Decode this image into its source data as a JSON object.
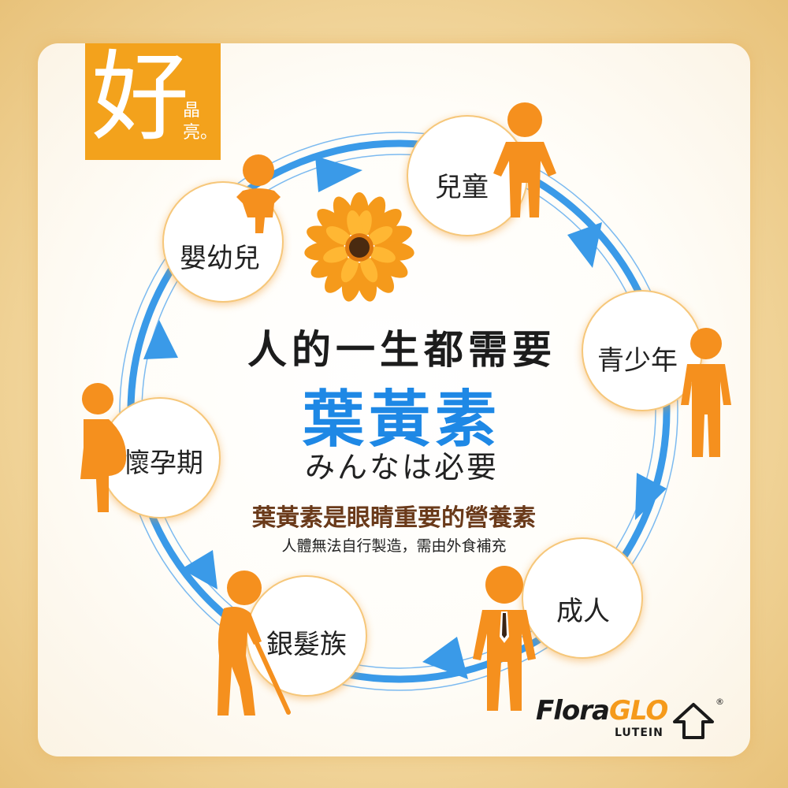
{
  "brand": {
    "main": "好",
    "sub": "晶亮。"
  },
  "stages": {
    "infant": "嬰幼兒",
    "child": "兒童",
    "teen": "青少年",
    "adult": "成人",
    "elder": "銀髮族",
    "pregnancy": "懷孕期"
  },
  "headline": "人的一生都需要",
  "keyword": "葉黃素",
  "japanese": "みんなは必要",
  "subtitle": "葉黃素是眼睛重要的營養素",
  "note": "人體無法自行製造，需由外食補充",
  "logo": {
    "flora": "Flora",
    "glo": "GLO",
    "lutein": "LUTEIN",
    "reg": "®"
  },
  "colors": {
    "brand": "#f3a21c",
    "figure": "#f5901e",
    "ring": "#3a9ae8",
    "keyword": "#1e88e5"
  },
  "icons": [
    "baby-icon",
    "child-icon",
    "teen-icon",
    "adult-icon",
    "elder-icon",
    "pregnant-icon",
    "flower-icon",
    "logo-arrow-icon"
  ]
}
